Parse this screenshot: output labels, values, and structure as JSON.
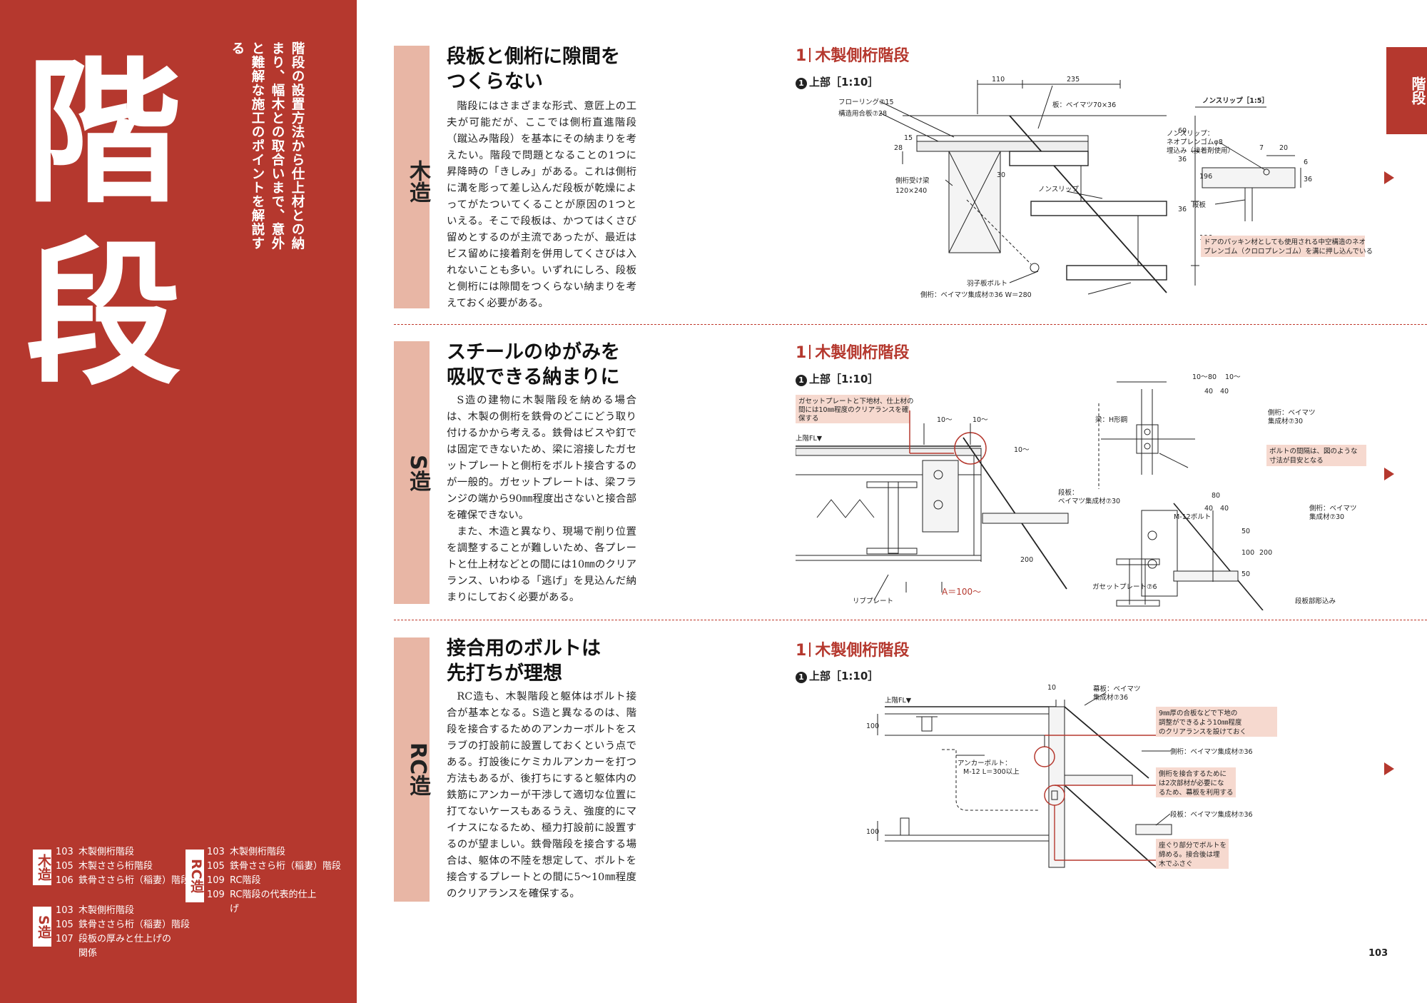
{
  "left_panel": {
    "title_chars": [
      "階",
      "段"
    ],
    "intro": "階段の設置方法から仕上材との納まり、幅木との取合いまで、意外と難解な施工のポイントを解説する"
  },
  "toc": {
    "groups": [
      {
        "cat": "木造",
        "items": [
          {
            "n": "103",
            "t": "木製側桁階段"
          },
          {
            "n": "105",
            "t": "木製ささら桁階段"
          },
          {
            "n": "106",
            "t": "鉄骨ささら桁（稲妻）階段"
          }
        ]
      },
      {
        "cat": "S造",
        "items": [
          {
            "n": "103",
            "t": "木製側桁階段"
          },
          {
            "n": "105",
            "t": "鉄骨ささら桁（稲妻）階段"
          },
          {
            "n": "107",
            "t": "段板の厚みと仕上げの"
          },
          {
            "n": "",
            "t": "関係"
          }
        ]
      },
      {
        "cat": "RC造",
        "items": [
          {
            "n": "103",
            "t": "木製側桁階段"
          },
          {
            "n": "105",
            "t": "鉄骨ささら桁（稲妻）階段"
          },
          {
            "n": "109",
            "t": "RC階段"
          },
          {
            "n": "109",
            "t": "RC階段の代表的仕上"
          },
          {
            "n": "",
            "t": "げ"
          }
        ]
      }
    ]
  },
  "sections": [
    {
      "tab": "木造",
      "heading": [
        "段板と側桁に隙間を",
        "つくらない"
      ],
      "body": "階段にはさまざまな形式、意匠上の工夫が可能だが、ここでは側桁直進階段（蹴込み階段）を基本にその納まりを考えたい。階段で問題となることの1つに昇降時の「きしみ」がある。これは側桁に溝を彫って差し込んだ段板が乾燥によってがたついてくることが原因の1つといえる。そこで段板は、かつてはくさび留めとするのが主流であったが、最近はビス留めに接着剤を併用してくさびは入れないことも多い。いずれにしろ、段板と側桁には隙間をつくらない納まりを考えておく必要がある。",
      "fig_title_num": "1",
      "fig_title": "木製側桁階段",
      "fig_sub_no": "1",
      "fig_sub": "上部［1:10］"
    },
    {
      "tab": "S造",
      "heading": [
        "スチールのゆがみを",
        "吸収できる納まりに"
      ],
      "body": "S造の建物に木製階段を納める場合は、木製の側桁を鉄骨のどこにどう取り付けるかから考える。鉄骨はビスや釘では固定できないため、梁に溶接したガセットプレートと側桁をボルト接合するのが一般的。ガセットプレートは、梁フランジの端から90㎜程度出さないと接合部を確保できない。",
      "body2": "また、木造と異なり、現場で削り位置を調整することが難しいため、各プレートと仕上材などとの間には10㎜のクリアランス、いわゆる「逃げ」を見込んだ納まりにしておく必要がある。",
      "fig_title_num": "1",
      "fig_title": "木製側桁階段",
      "fig_sub_no": "1",
      "fig_sub": "上部［1:10］"
    },
    {
      "tab": "RC造",
      "heading": [
        "接合用のボルトは",
        "先打ちが理想"
      ],
      "body": "RC造も、木製階段と躯体はボルト接合が基本となる。S造と異なるのは、階段を接合するためのアンカーボルトをスラブの打設前に設置しておくという点である。打設後にケミカルアンカーを打つ方法もあるが、後打ちにすると躯体内の鉄筋にアンカーが干渉して適切な位置に打てないケースもあるうえ、強度的にマイナスになるため、極力打設前に設置するのが望ましい。鉄骨階段を接合する場合は、躯体の不陸を想定して、ボルトを接合するプレートとの間に5～10㎜程度のクリアランスを確保する。",
      "fig_title_num": "1",
      "fig_title": "木製側桁階段",
      "fig_sub_no": "1",
      "fig_sub": "上部［1:10］"
    }
  ],
  "fig1": {
    "dims_top": [
      "110",
      "235"
    ],
    "labels": [
      "フローリング⑦15",
      "構造用合板⑦28",
      "板：ベイマツ70×36",
      "側桁受け梁",
      "120×240",
      "ノンスリップ",
      "羽子板ボルト",
      "側桁：ベイマツ集成材⑦36 W＝280"
    ],
    "dims_side": [
      "28",
      "15",
      "30",
      "60",
      "36",
      "196",
      "36",
      "196"
    ],
    "detail_title": "ノンスリップ［1:5］",
    "detail_labels": [
      "ノンスリップ：",
      "ネオプレンゴムφ8",
      "埋込み（接着剤使用）",
      "段板"
    ],
    "detail_dims": [
      "7",
      "20",
      "6",
      "36"
    ],
    "note": [
      "ドアのパッキン材としても使用される中空構造のネオ",
      "プレンゴム（クロロプレンゴム）を溝に押し込んでいる"
    ]
  },
  "fig2": {
    "note1": [
      "ガセットプレートと下地材、仕上材の",
      "間には10㎜程度のクリアランスを確",
      "保する"
    ],
    "fl_label": "上階FL▼",
    "dims": [
      "10～",
      "10～",
      "10～",
      "200"
    ],
    "labels": [
      "段板：",
      "ベイマツ集成材⑦30",
      "リブプレート"
    ],
    "dim_a": "A＝100～",
    "right_dims_top": [
      "10～",
      "80",
      "10～",
      "40",
      "40"
    ],
    "right_labels": [
      "梁：H形鋼",
      "側桁：ベイマツ",
      "集成材⑦30"
    ],
    "note2": [
      "ボルトの間隔は、図のような",
      "寸法が目安となる"
    ],
    "right2_dims": [
      "80",
      "40",
      "40",
      "50",
      "100",
      "50",
      "200"
    ],
    "right2_labels": [
      "M-12ボルト",
      "側桁：ベイマツ",
      "集成材⑦30",
      "ガセットプレート⑦6",
      "段板部彫込み"
    ]
  },
  "fig3": {
    "dim_top": "10",
    "fl_label": "上階FL▼",
    "labels": [
      "幕板：ベイマツ",
      "集成材⑦36",
      "側桁：ベイマツ集成材⑦36",
      "アンカーボルト：",
      "M-12 L＝300以上",
      "段板：ベイマツ集成材⑦36"
    ],
    "dims": [
      "100",
      "100"
    ],
    "note1": [
      "9㎜厚の合板などで下地の",
      "調整ができるよう10㎜程度",
      "のクリアランスを設けておく"
    ],
    "note2": [
      "側桁を接合するために",
      "は2次部材が必要にな",
      "るため、幕板を利用する"
    ],
    "note3": [
      "座ぐり部分でボルトを",
      "締める。接合後は埋",
      "木でふさぐ"
    ]
  },
  "right_tab": "階段",
  "page_number": "103",
  "colors": {
    "accent": "#b5382e",
    "tab": "#e8b6a5",
    "note_bg": "#f6d9cf"
  }
}
